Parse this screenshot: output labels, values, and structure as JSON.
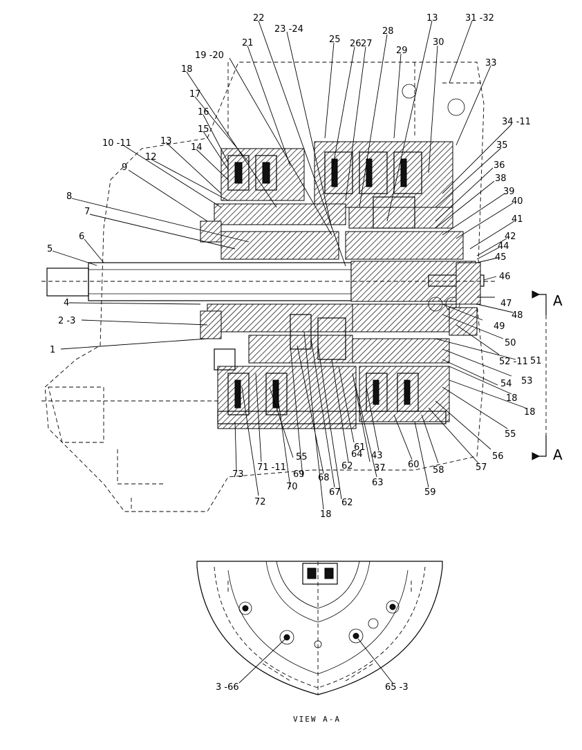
{
  "callouts_upper": [
    "1",
    "2 -3",
    "4",
    "5",
    "6",
    "7",
    "8",
    "9",
    "10 -11",
    "12",
    "13",
    "14",
    "15",
    "16",
    "17",
    "18",
    "19 -20",
    "21",
    "22",
    "23 -24",
    "25",
    "26",
    "27",
    "28",
    "29",
    "13",
    "30",
    "31 -32",
    "33",
    "34 -11",
    "35",
    "36",
    "38",
    "39",
    "40",
    "41",
    "42",
    "44",
    "45",
    "46",
    "47",
    "48",
    "49",
    "50",
    "51",
    "52 -11",
    "53",
    "54",
    "18",
    "18",
    "55",
    "56",
    "57",
    "58",
    "59",
    "60",
    "43",
    "63",
    "37",
    "61",
    "64",
    "62",
    "62",
    "67",
    "18",
    "68",
    "55",
    "70",
    "69",
    "71 -11",
    "72",
    "73"
  ],
  "callouts_lower": [
    "3 -66",
    "65 -3"
  ],
  "section_marker_top": "A",
  "section_marker_bottom": "A",
  "view_caption": "VIEW  A-A"
}
